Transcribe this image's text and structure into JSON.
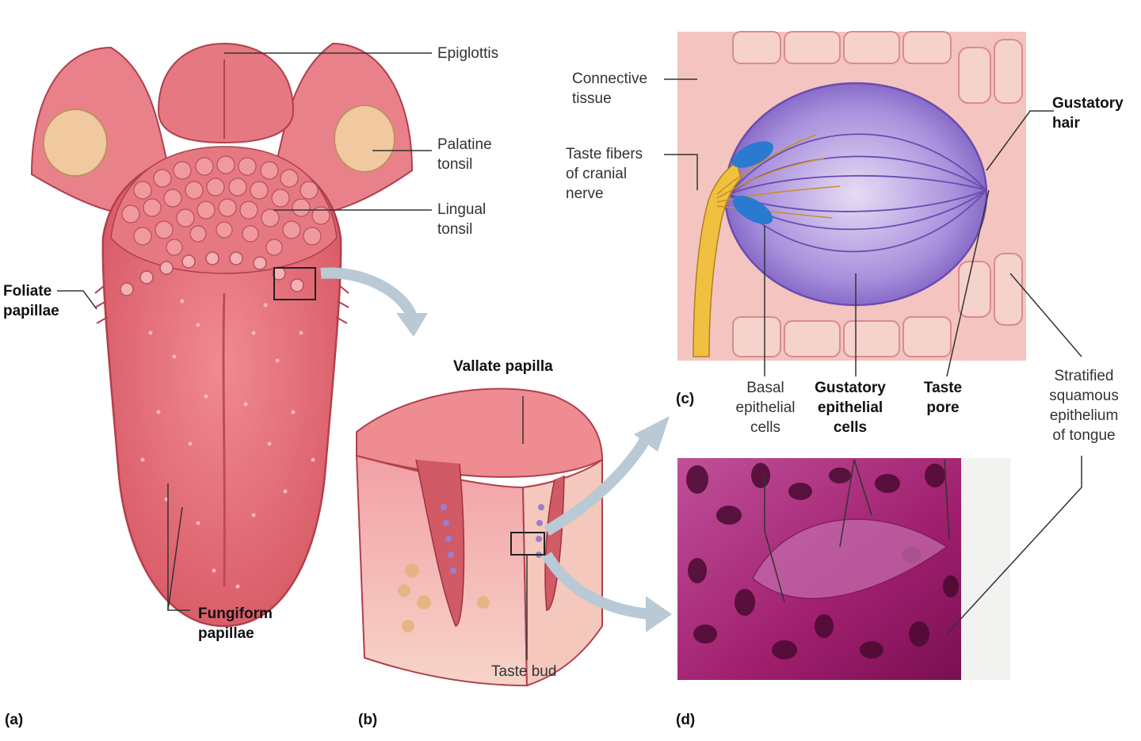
{
  "labels": {
    "epiglottis": [
      "Epiglottis"
    ],
    "palatine_tonsil": [
      "Palatine",
      "tonsil"
    ],
    "lingual_tonsil": [
      "Lingual",
      "tonsil"
    ],
    "foliate_papillae": [
      "Foliate",
      "papillae"
    ],
    "fungiform_papillae": [
      "Fungiform",
      "papillae"
    ],
    "vallate_papilla": [
      "Vallate papilla"
    ],
    "taste_bud": [
      "Taste bud"
    ],
    "connective_tissue": [
      "Connective",
      "tissue"
    ],
    "taste_fibers": [
      "Taste fibers",
      "of cranial",
      "nerve"
    ],
    "gustatory_hair": [
      "Gustatory",
      "hair"
    ],
    "basal_epithelial_cells": [
      "Basal",
      "epithelial",
      "cells"
    ],
    "gustatory_epithelial_cells": [
      "Gustatory",
      "epithelial",
      "cells"
    ],
    "taste_pore": [
      "Taste",
      "pore"
    ],
    "stratified_squamous": [
      "Stratified",
      "squamous",
      "epithelium",
      "of tongue"
    ]
  },
  "panels": {
    "a": "(a)",
    "b": "(b)",
    "c": "(c)",
    "d": "(d)"
  },
  "colors": {
    "tongue": "#e8707a",
    "tongue_dark": "#c9505c",
    "tonsil": "#f0c9a0",
    "taste_bud_purple": "#9a7fd0",
    "nerve_yellow": "#f0c040",
    "cell_blue": "#2a7ad0",
    "histology": "#a0206a",
    "arrow": "#b9cad6"
  }
}
